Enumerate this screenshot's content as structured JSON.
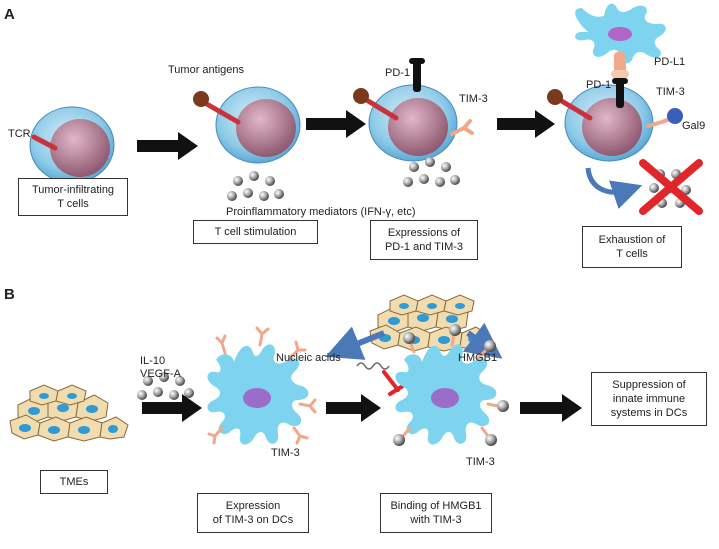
{
  "panels": {
    "a": "A",
    "b": "B"
  },
  "panel_a": {
    "labels": {
      "tcr": "TCR",
      "tumor_antigens": "Tumor antigens",
      "pd1_step3": "PD-1",
      "tim3_step3": "TIM-3",
      "pd1_step4": "PD-1",
      "tim3_step4": "TIM-3",
      "pdl1": "PD-L1",
      "gal9": "Gal9",
      "mediators": "Proinflammatory mediators (IFN-γ, etc)"
    },
    "boxes": {
      "til": [
        "Tumor-infiltrating",
        "T cells"
      ],
      "stimulation": [
        "T cell stimulation"
      ],
      "expressions": [
        "Expressions of",
        "PD-1 and TIM-3"
      ],
      "exhaustion": [
        "Exhaustion of",
        "T cells"
      ]
    }
  },
  "panel_b": {
    "labels": {
      "il10": "IL-10",
      "vegfa": "VEGF-A",
      "nucleic_acids": "Nucleic acids",
      "hmgb1": "HMGB1",
      "tim3_dc1": "TIM-3",
      "tim3_dc2": "TIM-3"
    },
    "boxes": {
      "tmes": [
        "TMEs"
      ],
      "expression_dc": [
        "Expression",
        "of TIM-3 on DCs"
      ],
      "binding": [
        "Binding of HMGB1",
        "with TIM-3"
      ],
      "suppression": [
        "Suppression of",
        "innate immune",
        "systems in DCs"
      ]
    }
  },
  "colors": {
    "cell_blue": "#7ec8e8",
    "nucleus": "#a4647e",
    "tcr_red": "#c8323c",
    "antigen_brown": "#7a3a1e",
    "tim3_pink": "#f0a888",
    "gal9_blue": "#3a5fb8",
    "dc_blue": "#7ed3ef",
    "dc_purple": "#b8a4d8",
    "cross_red": "#e0252b",
    "arrow_blue": "#4a78b8"
  }
}
